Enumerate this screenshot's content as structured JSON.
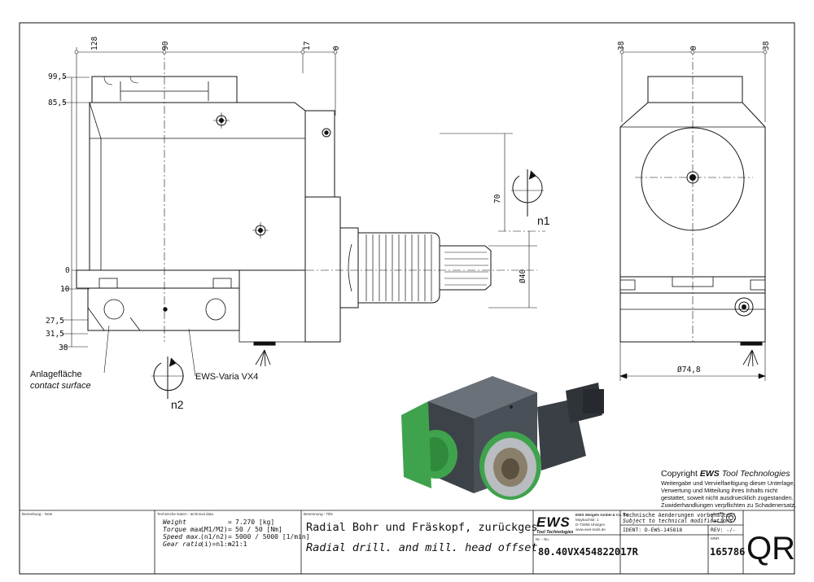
{
  "dimensions": {
    "top_left": [
      "128",
      "90",
      "17",
      "0"
    ],
    "top_right": [
      "38",
      "0",
      "38"
    ],
    "left_vertical": [
      "99,5",
      "85,5",
      "0",
      "10",
      "27,5",
      "31,5",
      "38"
    ],
    "offset_70": "70",
    "diameter_40": "Ø40",
    "diameter_74_8": "Ø74,8"
  },
  "labels": {
    "n1": "n1",
    "n2": "n2",
    "anlage_de": "Anlagefläche",
    "anlage_en": "contact surface",
    "variant": "EWS-Varia VX4"
  },
  "copyright": {
    "heading_prefix": "Copyright ",
    "heading_brand": "EWS",
    "heading_suffix": " Tool Technologies",
    "lines": [
      "Weitergabe und Vervielfaeltigung dieser Unterlage,",
      "Verwertung und Mitteilung ihres Inhalts nicht",
      "gestattet, soweit nicht ausdruecklich zugestanden.",
      "Zuwiderhandlungen verpflichten zu Schadenersatz."
    ]
  },
  "title_block": {
    "remark_label": "Bemerkung - Note",
    "techdata_label": "Technische Daten - technical data",
    "specs": [
      {
        "name": "Weight",
        "cond": "",
        "value": "7.270 [kg]"
      },
      {
        "name": "Torque max.",
        "cond": "(M1/M2)",
        "value": "50 / 50 [Nm]"
      },
      {
        "name": "Speed max.",
        "cond": "(n1/n2)",
        "value": "5000 / 5000 [1/min]"
      },
      {
        "name": "Gear ratio",
        "cond": "(i)=n1:n2",
        "value": "1:1"
      }
    ],
    "designation_label": "Benennung - Title",
    "title_de": "Radial Bohr und Fräskopf, zurückges",
    "title_en": "Radial drill. and mill. head offset",
    "logo_text": "EWS",
    "logo_sub": "Tool Technologies",
    "company_lines": [
      "EWS Weigele GmbH & Co. KG",
      "Maybachstr. 1",
      "D-73066 Uhingen",
      "www.ews-tools.de"
    ],
    "nr_label": "Nr. - No.",
    "part_number": "80.40VX454822017R",
    "change_de": "Technische Aenderungen vorbehalten!",
    "change_en": "Subject to technical modifications!",
    "ident": "IDENT: D-EWS-145818",
    "rev": "REV: -/-",
    "mnr_label": "MNR.",
    "mnr": "165786",
    "qr": "QR"
  },
  "colors": {
    "line": "#111111",
    "green": "#3fa34d",
    "body_gray": "#4a5057",
    "dark_gray": "#30353a"
  }
}
